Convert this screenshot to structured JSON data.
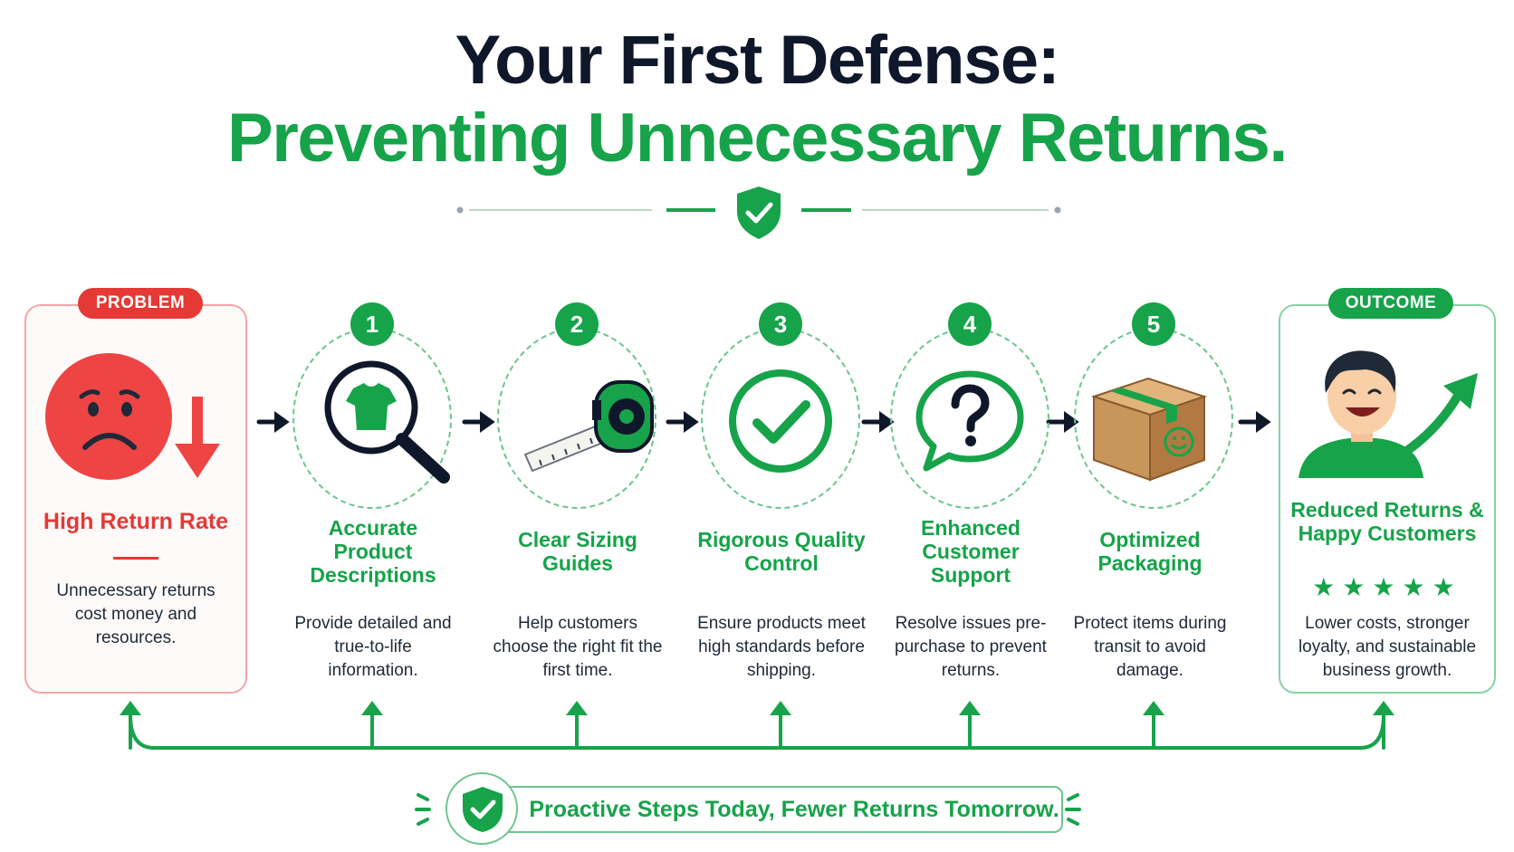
{
  "header": {
    "title_line1": "Your First Defense:",
    "title_line2": "Preventing Unnecessary Returns."
  },
  "problem": {
    "badge": "PROBLEM",
    "title": "High Return Rate",
    "description": "Unnecessary returns cost money and resources.",
    "icon": "sad-face-icon"
  },
  "steps": [
    {
      "number": "1",
      "label": "Accurate Product Descriptions",
      "description": "Provide detailed and true-to-life information.",
      "icon": "magnifier-shirt-icon"
    },
    {
      "number": "2",
      "label": "Clear Sizing Guides",
      "description": "Help customers choose the right fit the first time.",
      "icon": "tape-measure-icon"
    },
    {
      "number": "3",
      "label": "Rigorous Quality Control",
      "description": "Ensure products meet high standards before shipping.",
      "icon": "checkmark-circle-icon"
    },
    {
      "number": "4",
      "label": "Enhanced Customer Support",
      "description": "Resolve issues pre-purchase to prevent returns.",
      "icon": "question-bubble-icon"
    },
    {
      "number": "5",
      "label": "Optimized Packaging",
      "description": "Protect items during transit to avoid damage.",
      "icon": "smiling-box-icon"
    }
  ],
  "outcome": {
    "badge": "OUTCOME",
    "title": "Reduced Returns & Happy Customers",
    "stars": "★★★★★",
    "rating": 5,
    "description": "Lower costs, stronger loyalty, and sustainable business growth.",
    "icon": "happy-customer-icon"
  },
  "banner": {
    "text": "Proactive Steps Today, Fewer Returns Tomorrow.",
    "icon": "shield-check-icon"
  },
  "colors": {
    "green": "#16a34a",
    "red": "#e53935",
    "navy": "#0f172a",
    "box": "#c8955a"
  }
}
